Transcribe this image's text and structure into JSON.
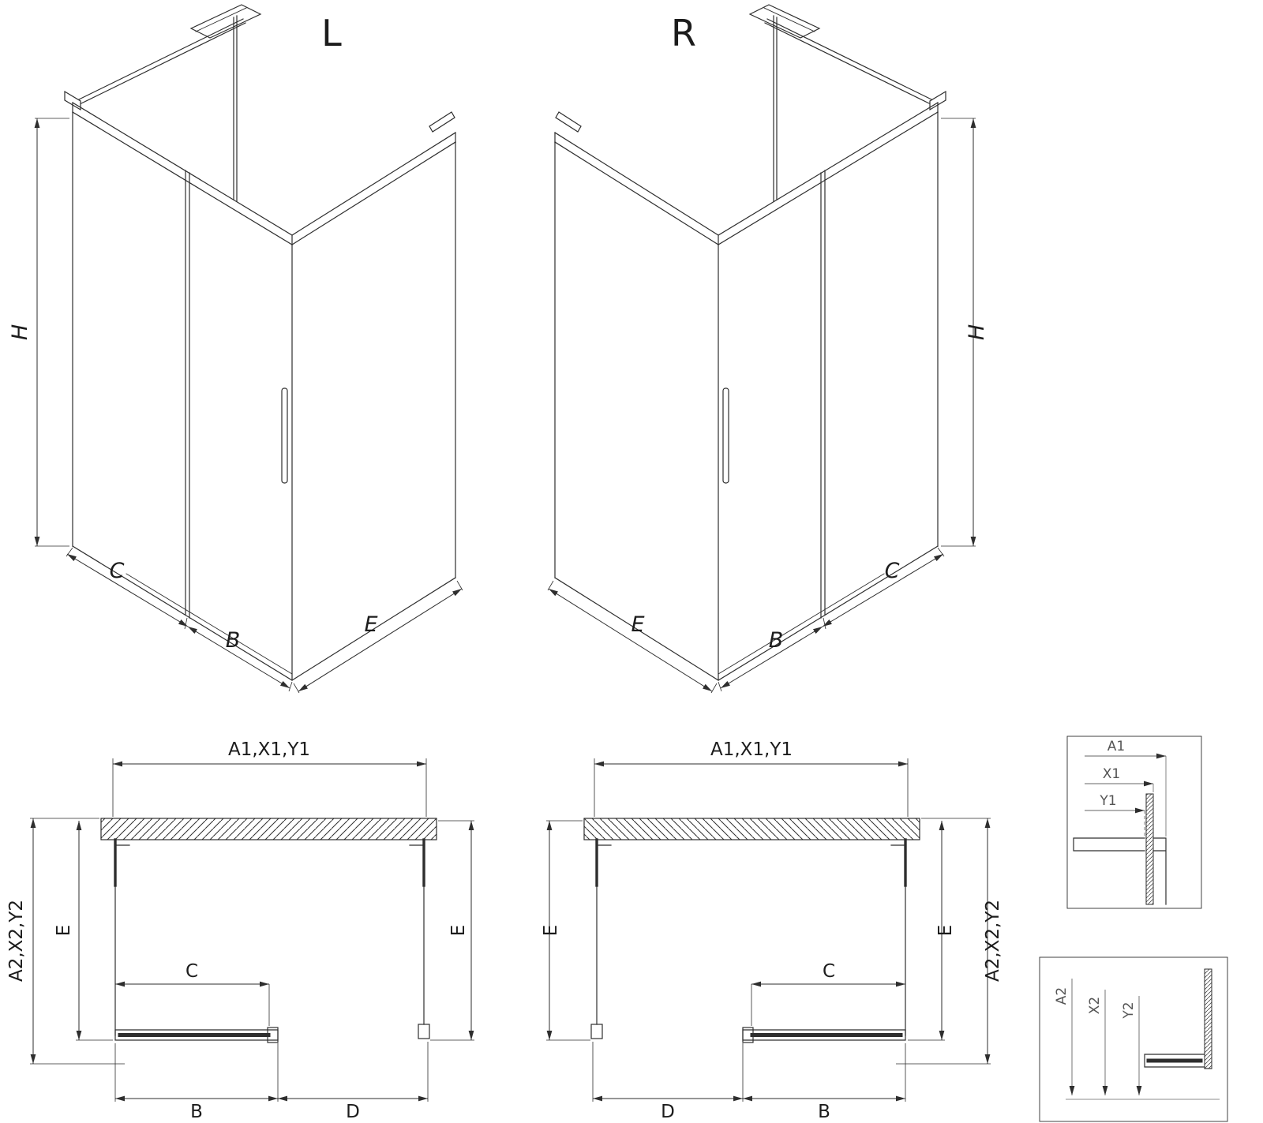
{
  "drawing": {
    "background": "#ffffff",
    "line_color": "#2e2e2e"
  },
  "iso_left": {
    "title": "L",
    "dim_h": "H",
    "dim_c": "C",
    "dim_b": "B",
    "dim_e": "E"
  },
  "iso_right": {
    "title": "R",
    "dim_h": "H",
    "dim_c": "C",
    "dim_b": "B",
    "dim_e": "E"
  },
  "plan_left": {
    "dim_width": "A1,X1,Y1",
    "dim_depth": "A2,X2,Y2",
    "dim_e_left": "E",
    "dim_e_right": "E",
    "dim_c": "C",
    "dim_b": "B",
    "dim_d": "D"
  },
  "plan_right": {
    "dim_width": "A1,X1,Y1",
    "dim_depth": "A2,X2,Y2",
    "dim_e_left": "E",
    "dim_e_right": "E",
    "dim_c": "C",
    "dim_b": "B",
    "dim_d": "D"
  },
  "detail_top": {
    "dim_a1": "A1",
    "dim_x1": "X1",
    "dim_y1": "Y1"
  },
  "detail_bottom": {
    "dim_a2": "A2",
    "dim_x2": "X2",
    "dim_y2": "Y2"
  }
}
